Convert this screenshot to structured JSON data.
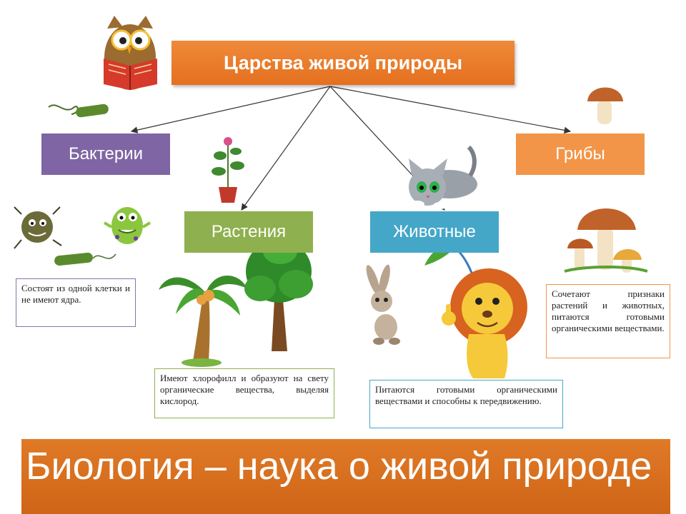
{
  "title": "Царства живой природы",
  "kingdoms": {
    "bacteria": {
      "label": "Бактерии",
      "description": "Состоят из одной клетки и не имеют ядра."
    },
    "plants": {
      "label": "Растения",
      "description": "Имеют хлорофилл и образуют на свету органические вещества, выделяя кислород."
    },
    "animals": {
      "label": "Животные",
      "description": "Питаются готовыми органическими веществами и способны к передвижению."
    },
    "fungi": {
      "label": "Грибы",
      "description": "Сочетают признаки растений и животных, питаются готовыми органическими веществами."
    }
  },
  "footer": {
    "text": "Биология – наука о живой природе"
  },
  "colors": {
    "title_box": "#e4701f",
    "bacteria": "#7f65a3",
    "plants": "#8fb04e",
    "animals": "#45a7c7",
    "fungi": "#f29548",
    "footer": "#d86d1e"
  },
  "illustrations": [
    "owl-icon",
    "bacteria-icon",
    "microbe-icon",
    "potted-plant-icon",
    "palm-tree-icon",
    "tree-icon",
    "kitten-icon",
    "parrot-icon",
    "rabbit-icon",
    "lion-icon",
    "mushroom-icon"
  ]
}
